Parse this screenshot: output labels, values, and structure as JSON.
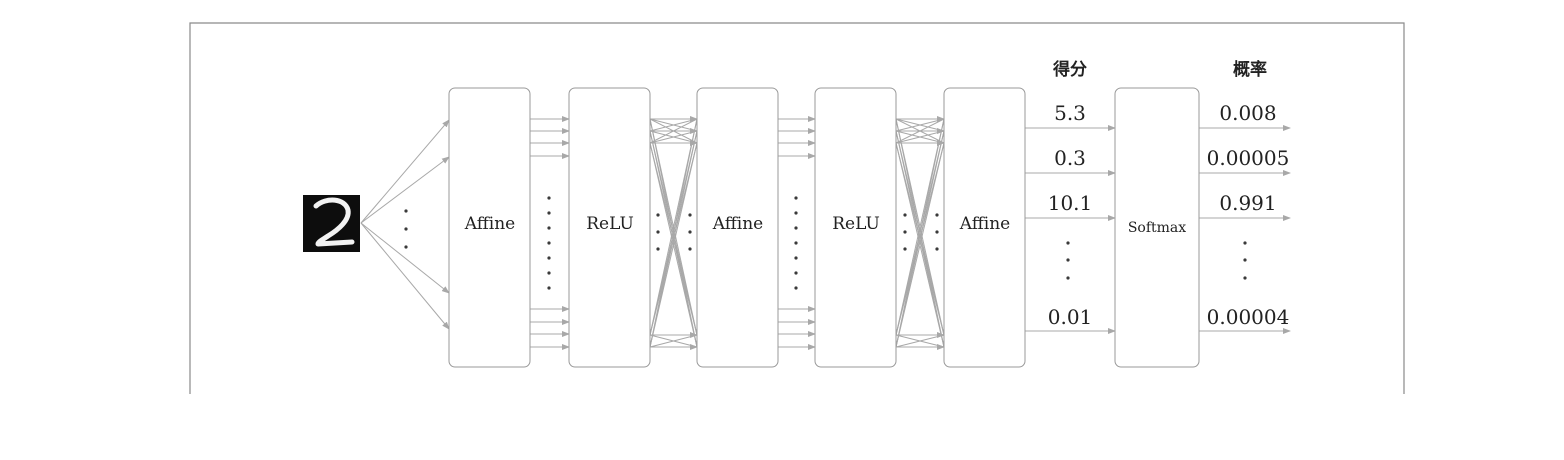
{
  "layers": [
    {
      "id": "affine-1",
      "label": "Affine"
    },
    {
      "id": "relu-1",
      "label": "ReLU"
    },
    {
      "id": "affine-2",
      "label": "Affine"
    },
    {
      "id": "relu-2",
      "label": "ReLU"
    },
    {
      "id": "affine-3",
      "label": "Affine"
    },
    {
      "id": "softmax",
      "label": "Softmax"
    }
  ],
  "input": {
    "digit": "2"
  },
  "scores": {
    "header": "得分",
    "values": [
      "5.3",
      "0.3",
      "10.1",
      "0.01"
    ]
  },
  "probabilities": {
    "header": "概率",
    "values": [
      "0.008",
      "0.00005",
      "0.991",
      "0.00004"
    ]
  }
}
